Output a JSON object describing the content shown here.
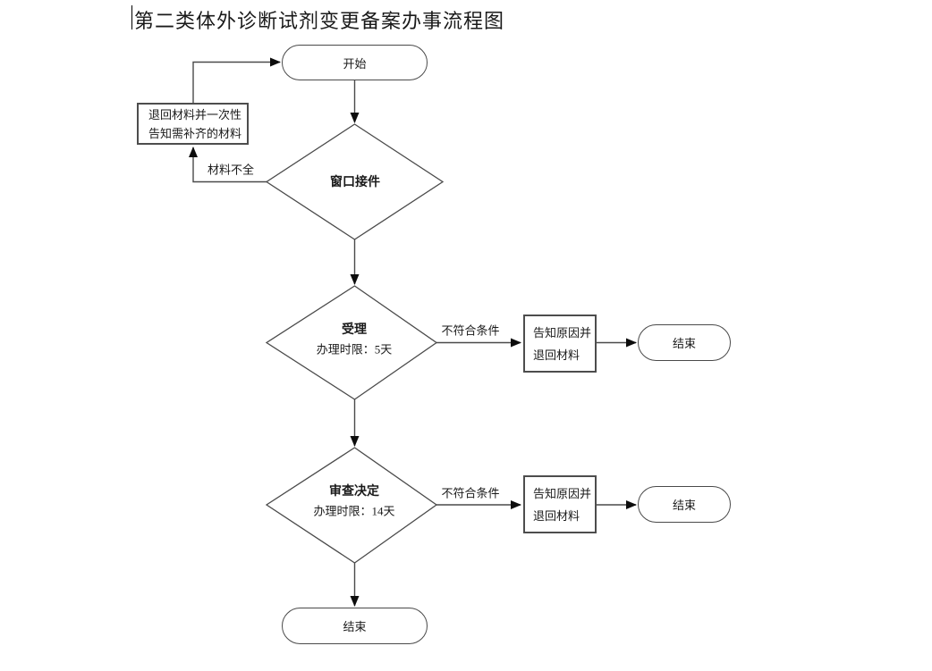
{
  "title": "第二类体外诊断试剂变更备案办事流程图",
  "nodes": {
    "start": {
      "type": "terminator",
      "label": "开始"
    },
    "return_materials": {
      "type": "process",
      "line1": "退回材料并一次性",
      "line2": "告知需补齐的材料"
    },
    "window_intake": {
      "type": "decision",
      "label": "窗口接件"
    },
    "acceptance": {
      "type": "decision",
      "label": "受理",
      "sublabel": "办理时限：5天"
    },
    "review_decision": {
      "type": "decision",
      "label": "审查决定",
      "sublabel": "办理时限：14天"
    },
    "notify_return_1": {
      "type": "process",
      "line1": "告知原因并",
      "line2": "退回材料"
    },
    "notify_return_2": {
      "type": "process",
      "line1": "告知原因并",
      "line2": "退回材料"
    },
    "end_right_1": {
      "type": "terminator",
      "label": "结束"
    },
    "end_right_2": {
      "type": "terminator",
      "label": "结束"
    },
    "end_final": {
      "type": "terminator",
      "label": "结束"
    }
  },
  "edge_labels": {
    "materials_incomplete": "材料不全",
    "not_meet_conditions_1": "不符合条件",
    "not_meet_conditions_2": "不符合条件"
  },
  "colors": {
    "line": "#4a4a4a",
    "shape_border": "#4d4d4d",
    "arrowhead": "#0d0d0d",
    "text": "#1a1a1a",
    "background": "#ffffff"
  }
}
